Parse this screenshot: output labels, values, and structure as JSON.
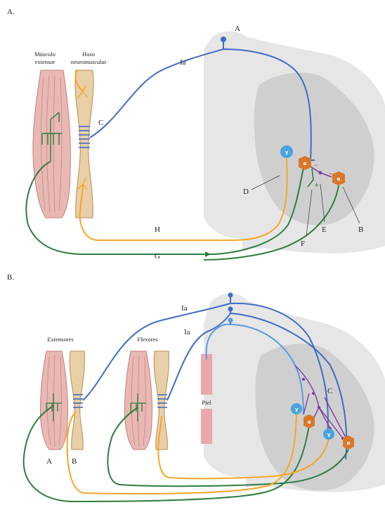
{
  "colors": {
    "sensory_blue": "#3f6cc4",
    "sensory_light_blue": "#5b9be0",
    "motor_green": "#2e7d3f",
    "gamma_orange": "#f5a623",
    "interneuron_purple": "#7b3fa0",
    "alpha_neuron": "#d9772a",
    "gamma_neuron": "#4aa3df",
    "muscle_pink": "#e8b8b4",
    "spindle_tan": "#e9cfa8",
    "skin_pink": "#eaa7ad",
    "cord_grey": "#e6e6e6",
    "grey_matter": "#cfcfcf"
  },
  "icons": {
    "alpha": "alpha-motor-neuron",
    "gamma": "gamma-motor-neuron"
  },
  "panel_a": {
    "title": "A.",
    "muscle_label": "Músculo extensor",
    "spindle_label": "Huso neuromuscular",
    "fiber_label": "Ia",
    "letters": {
      "a": "A",
      "b": "B",
      "c": "C",
      "d": "D",
      "e": "E",
      "f": "F",
      "g": "G",
      "h": "H"
    },
    "alpha_symbol": "α",
    "gamma_symbol": "γ",
    "inhibit_symbol": "–",
    "excite_symbol": "+"
  },
  "panel_b": {
    "title": "B.",
    "extensors_label": "Extensores",
    "flexors_label": "Flexores",
    "skin_label": "Piel",
    "fiber_label_top": "Ia",
    "fiber_label_mid": "Ia",
    "letters": {
      "a": "A",
      "b": "B",
      "c": "C"
    },
    "alpha_symbol": "α",
    "gamma_symbol": "γ"
  }
}
